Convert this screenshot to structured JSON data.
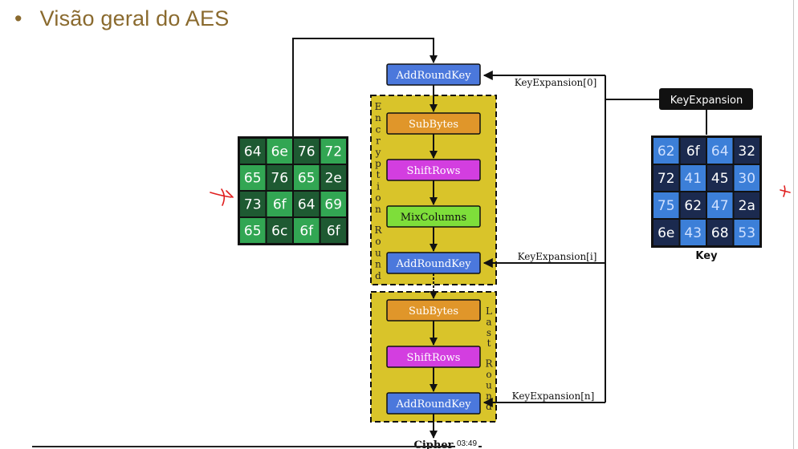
{
  "slide": {
    "bullet": "•",
    "title": "Visão geral do AES"
  },
  "colors": {
    "addroundkey": "#4b78dc",
    "subbytes": "#e0962a",
    "shiftrows": "#d33ee0",
    "mixcolumns": "#7ede3a",
    "round_box": "#d9c42a",
    "key_dark": "#1b2a4f",
    "key_light": "#3c7fd8",
    "input_dark": "#1e5a32",
    "input_light": "#32a653"
  },
  "diagram": {
    "initial_addroundkey": "AddRoundKey",
    "encryption_round": {
      "label": "Encryption Round",
      "steps": [
        "SubBytes",
        "ShiftRows",
        "MixColumns",
        "AddRoundKey"
      ]
    },
    "last_round": {
      "label": "Last Round",
      "steps": [
        "SubBytes",
        "ShiftRows",
        "AddRoundKey"
      ]
    },
    "key_expansion": {
      "label": "KeyExpansion",
      "k0": "KeyExpansion[0]",
      "ki": "KeyExpansion[i]",
      "kn": "KeyExpansion[n]"
    },
    "output_label": "Cipher",
    "key_label": "Key",
    "input_matrix": [
      [
        "64",
        "6e",
        "76",
        "72"
      ],
      [
        "65",
        "76",
        "65",
        "2e"
      ],
      [
        "73",
        "6f",
        "64",
        "69"
      ],
      [
        "65",
        "6c",
        "6f",
        "6f"
      ]
    ],
    "key_matrix": [
      [
        "62",
        "6f",
        "64",
        "32"
      ],
      [
        "72",
        "41",
        "45",
        "30"
      ],
      [
        "75",
        "62",
        "47",
        "2a"
      ],
      [
        "6e",
        "43",
        "68",
        "53"
      ]
    ]
  },
  "video": {
    "timestamp": "03:49"
  }
}
